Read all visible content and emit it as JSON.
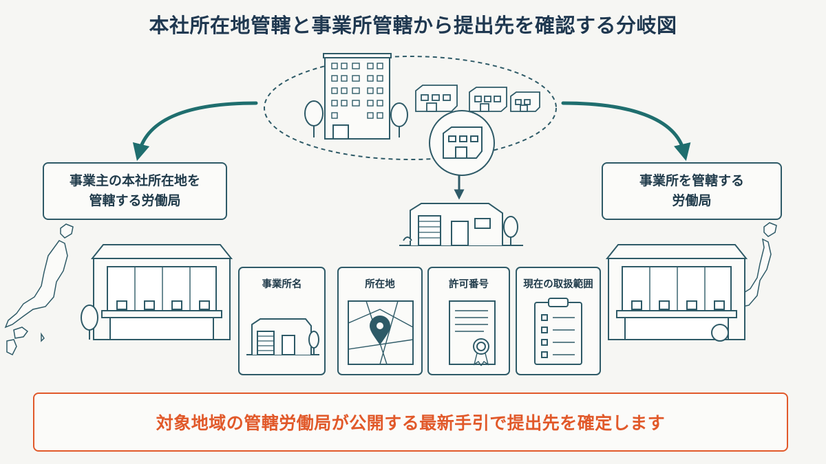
{
  "title": "本社所在地管轄と事業所管轄から提出先を確認する分岐図",
  "branches": {
    "left": "事業主の本社所在地を\n管轄する労働局",
    "right": "事業所を管轄する\n労働局"
  },
  "check_items": [
    {
      "label": "事業所名",
      "icon": "warehouse-icon"
    },
    {
      "label": "所在地",
      "icon": "map-pin-icon"
    },
    {
      "label": "許可番号",
      "icon": "certificate-icon"
    },
    {
      "label": "現在の取扱範囲",
      "icon": "clipboard-checklist-icon"
    }
  ],
  "note": "対象地域の管轄労働局が公開する最新手引で提出先を確定します",
  "colors": {
    "primary": "#2e5a67",
    "teal_arrow": "#1f6e6e",
    "accent": "#e1592a",
    "title": "#1f3850",
    "background": "#f6f6f3"
  }
}
